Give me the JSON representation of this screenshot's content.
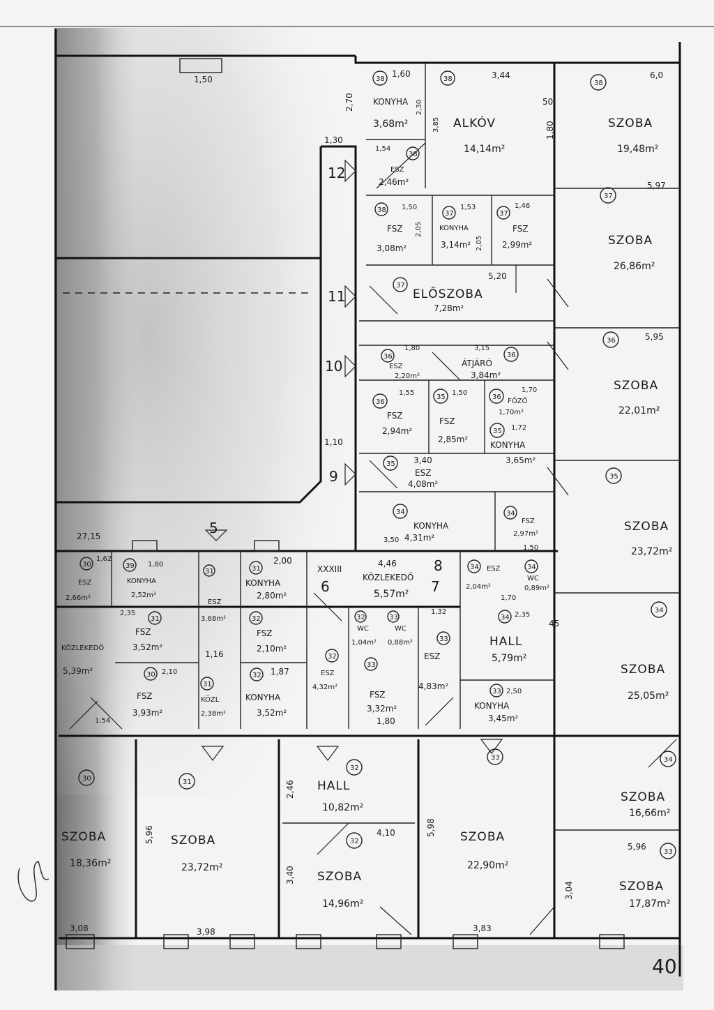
{
  "stamps": {
    "stair_12": "12",
    "stair_11": "11",
    "stair_10": "10",
    "stair_9": "9",
    "stair_5": "5",
    "stair_6": "6",
    "stair_7": "7",
    "stair_8": "8",
    "page_number": "40",
    "roman": "XXXIII"
  },
  "dimensions_misc": {
    "d_150_top": "1,50",
    "d_130": "1,30",
    "d_270": "2,70",
    "d_110": "1,10",
    "d_2715": "27,15",
    "d_50": "50",
    "d_180_r": "1,80",
    "d_45": "45",
    "d_308": "3,08",
    "d_398": "3,98",
    "d_383": "3,83",
    "d_596": "5,96",
    "d_598": "5,98",
    "d_596b": "5,96",
    "d_246": "2,46",
    "d_410": "4,10",
    "d_340": "3,40",
    "d_304": "3,04"
  },
  "rooms": {
    "r38_kitchen": {
      "num": "38",
      "name": "KONYHA",
      "area": "3,68m²",
      "dim": "1,60",
      "dim2": "2,30"
    },
    "r38_alkov": {
      "num": "38",
      "name": "ALKÓV",
      "area": "14,14m²",
      "dim": "3,44",
      "dim2": "3,85"
    },
    "r38_room": {
      "num": "38",
      "name": "SZOBA",
      "area": "19,48m²",
      "dim": "6,0"
    },
    "r38_esz": {
      "num": "38",
      "name": "ESZ",
      "area": "2,46m²",
      "dim": "1,54"
    },
    "r38_fsz": {
      "num": "38",
      "name": "FSZ",
      "area": "3,08m²",
      "dim": "1,50",
      "dim2": "2,05"
    },
    "r37_konyha": {
      "num": "37",
      "name": "KONYHA",
      "area": "3,14m²",
      "dim": "1,53",
      "dim2": "2,05"
    },
    "r37_fsz": {
      "num": "37",
      "name": "FSZ",
      "area": "2,99m²",
      "dim": "1,46"
    },
    "r37_room": {
      "num": "37",
      "name": "SZOBA",
      "area": "26,86m²",
      "dim": "5,97"
    },
    "r37_eloszoba": {
      "num": "37",
      "name": "ELŐSZOBA",
      "area": "7,28m²",
      "dim": "5,20"
    },
    "r36_room": {
      "num": "36",
      "name": "SZOBA",
      "area": "22,01m²",
      "dim": "5,95"
    },
    "r36_atjaro": {
      "num": "36",
      "name": "ÁTJÁRÓ",
      "area": "3,84m²",
      "dim": "3,15"
    },
    "r36_esz": {
      "num": "36",
      "name": "ESZ",
      "area": "2,20m²",
      "dim": "1,80"
    },
    "r36_fsz": {
      "num": "36",
      "name": "FSZ",
      "area": "2,94m²",
      "dim": "1,55"
    },
    "r35_fsz": {
      "num": "35",
      "name": "FSZ",
      "area": "2,85m²",
      "dim": "1,50"
    },
    "r36_foz": {
      "num": "36",
      "name": "FŐZŐ",
      "area": "1,70m²",
      "dim": "1,70"
    },
    "r35_konyha": {
      "num": "35",
      "name": "KONYHA",
      "area": "3,65m²",
      "dim": "1,72"
    },
    "r35_esz": {
      "num": "35",
      "name": "ESZ",
      "area": "4,08m²",
      "dim": "3,40"
    },
    "r35_room": {
      "num": "35",
      "name": "SZOBA",
      "area": "23,72m²"
    },
    "r34_konyha": {
      "num": "34",
      "name": "KONYHA",
      "area": "4,31m²",
      "dim": "3,50"
    },
    "r34_fsz": {
      "num": "34",
      "name": "FSZ",
      "area": "2,97m²",
      "dim": "1,50"
    },
    "r34_esz": {
      "num": "34",
      "name": "ESZ",
      "area": "2,04m²"
    },
    "r34_wc": {
      "num": "34",
      "name": "WC",
      "area": "0,89m²",
      "dim": "1,70"
    },
    "r34_hall": {
      "num": "34",
      "name": "HALL",
      "area": "5,79m²",
      "dim": "2,35"
    },
    "r34_room": {
      "num": "34",
      "name": "SZOBA",
      "area": "25,05m²"
    },
    "kozlekedo": {
      "name": "KÖZLEKEDŐ",
      "area": "5,57m²",
      "dim": "4,46"
    },
    "r33_konyha": {
      "num": "33",
      "name": "KONYHA",
      "area": "3,45m²",
      "dim": "2,50"
    },
    "r33_esz": {
      "num": "33",
      "name": "ESZ",
      "area": "4,83m²",
      "dim": "1,32"
    },
    "r33_fsz": {
      "num": "33",
      "name": "FSZ",
      "area": "3,32m²",
      "dim": "1,80"
    },
    "r33_wc": {
      "num": "33",
      "name": "WC",
      "area": "0,88m²"
    },
    "r32_wc": {
      "num": "32",
      "name": "WC",
      "area": "1,04m²"
    },
    "r32_esz": {
      "num": "32",
      "name": "ESZ",
      "area": "4,32m²"
    },
    "r32_konyha": {
      "num": "32",
      "name": "KONYHA",
      "area": "3,52m²",
      "dim": "1,87"
    },
    "r32_fsz": {
      "num": "32",
      "name": "FSZ",
      "area": "2,10m²"
    },
    "r31_konyha": {
      "num": "31",
      "name": "KONYHA",
      "area": "2,80m²",
      "dim": "2,00"
    },
    "r31_esz": {
      "num": "31",
      "name": "ESZ",
      "area": "3,68m²"
    },
    "r31_fsz": {
      "num": "31",
      "name": "FSZ",
      "area": "3,52m²",
      "dim": "2,35"
    },
    "r31_kozl": {
      "num": "31",
      "name": "KÖZL",
      "area": "2,38m²",
      "dim": "1,16"
    },
    "r30_fsz": {
      "num": "30",
      "name": "FSZ",
      "area": "3,93m²",
      "dim": "2,10"
    },
    "r30_konyha": {
      "num": "39",
      "name": "KONYHA",
      "area": "2,52m²",
      "dim": "1,80"
    },
    "r30_esz": {
      "num": "30",
      "name": "ESZ",
      "area": "2,66m²",
      "dim": "1,62"
    },
    "r30_kozl": {
      "name": "KÖZLEKEDŐ",
      "area": "5,39m²"
    },
    "r30_room": {
      "num": "30",
      "name": "SZOBA",
      "area": "18,36m²",
      "dim": "1,54"
    },
    "r31_room": {
      "num": "31",
      "name": "SZOBA",
      "area": "23,72m²"
    },
    "r32_hall": {
      "num": "32",
      "name": "HALL",
      "area": "10,82m²"
    },
    "r32_room": {
      "num": "32",
      "name": "SZOBA",
      "area": "14,96m²"
    },
    "r33_room": {
      "num": "33",
      "name": "SZOBA",
      "area": "22,90m²"
    },
    "r34_room2": {
      "num": "34",
      "name": "SZOBA",
      "area": "16,66m²"
    },
    "r33_room2": {
      "num": "33",
      "name": "SZOBA",
      "area": "17,87m²"
    }
  }
}
